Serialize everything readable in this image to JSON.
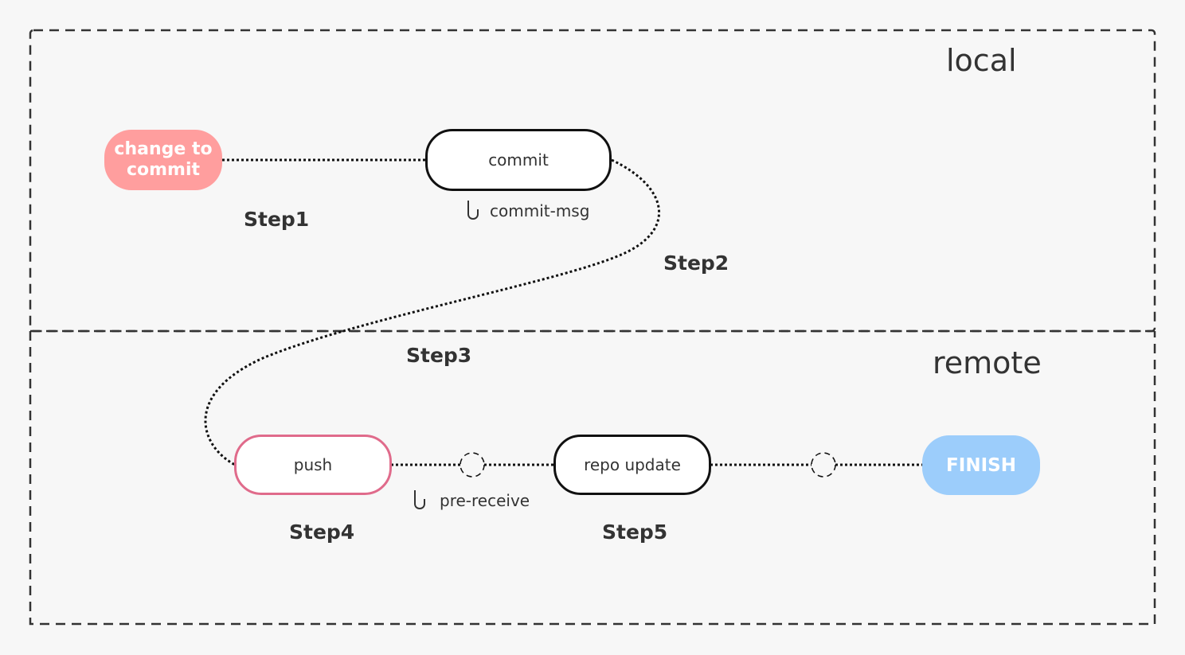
{
  "regions": {
    "local": {
      "label": "local"
    },
    "remote": {
      "label": "remote"
    }
  },
  "nodes": {
    "change_to_commit": {
      "label": "change to commit",
      "color": "#ff9e9e"
    },
    "commit": {
      "label": "commit"
    },
    "push": {
      "label": "push",
      "border_color": "#e06b8b"
    },
    "repo_update": {
      "label": "repo update"
    },
    "finish": {
      "label": "FINISH",
      "color": "#9ccdfb"
    }
  },
  "steps": [
    "Step1",
    "Step2",
    "Step3",
    "Step4",
    "Step5"
  ],
  "hooks": {
    "commit_msg": {
      "label": "commit-msg",
      "icon": "hook-icon"
    },
    "pre_receive": {
      "label": "pre-receive",
      "icon": "hook-icon"
    }
  }
}
